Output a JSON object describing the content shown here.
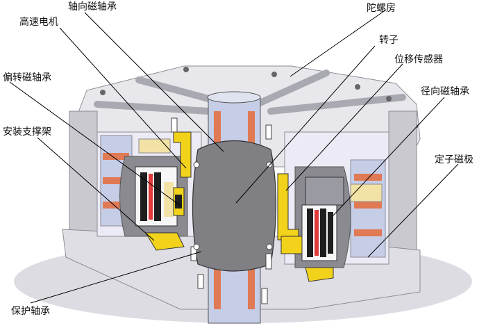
{
  "labels": {
    "axial_bearing": "轴向磁轴承",
    "gyro_house": "陀螺房",
    "high_speed_motor": "高速电机",
    "rotor": "转子",
    "displacement_sensor": "位移传感器",
    "tilt_bearing": "偏转磁轴承",
    "radial_bearing": "径向磁轴承",
    "mount_frame": "安装支撑架",
    "stator_pole": "定子磁极",
    "protect_bearing": "保护轴承"
  },
  "colors": {
    "frame_light": "#e8e8ec",
    "frame_mid": "#c9c9cf",
    "frame_dark": "#8c8c94",
    "rotor_gray": "#7f7f84",
    "shaft_blue": "#c6cde6",
    "copper": "#e07a54",
    "yellow": "#f2d21a",
    "coil_red": "#e03a3a",
    "magnet_dark": "#1e1e1e",
    "cream": "#f3e2a6",
    "leader_line": "#000000"
  }
}
